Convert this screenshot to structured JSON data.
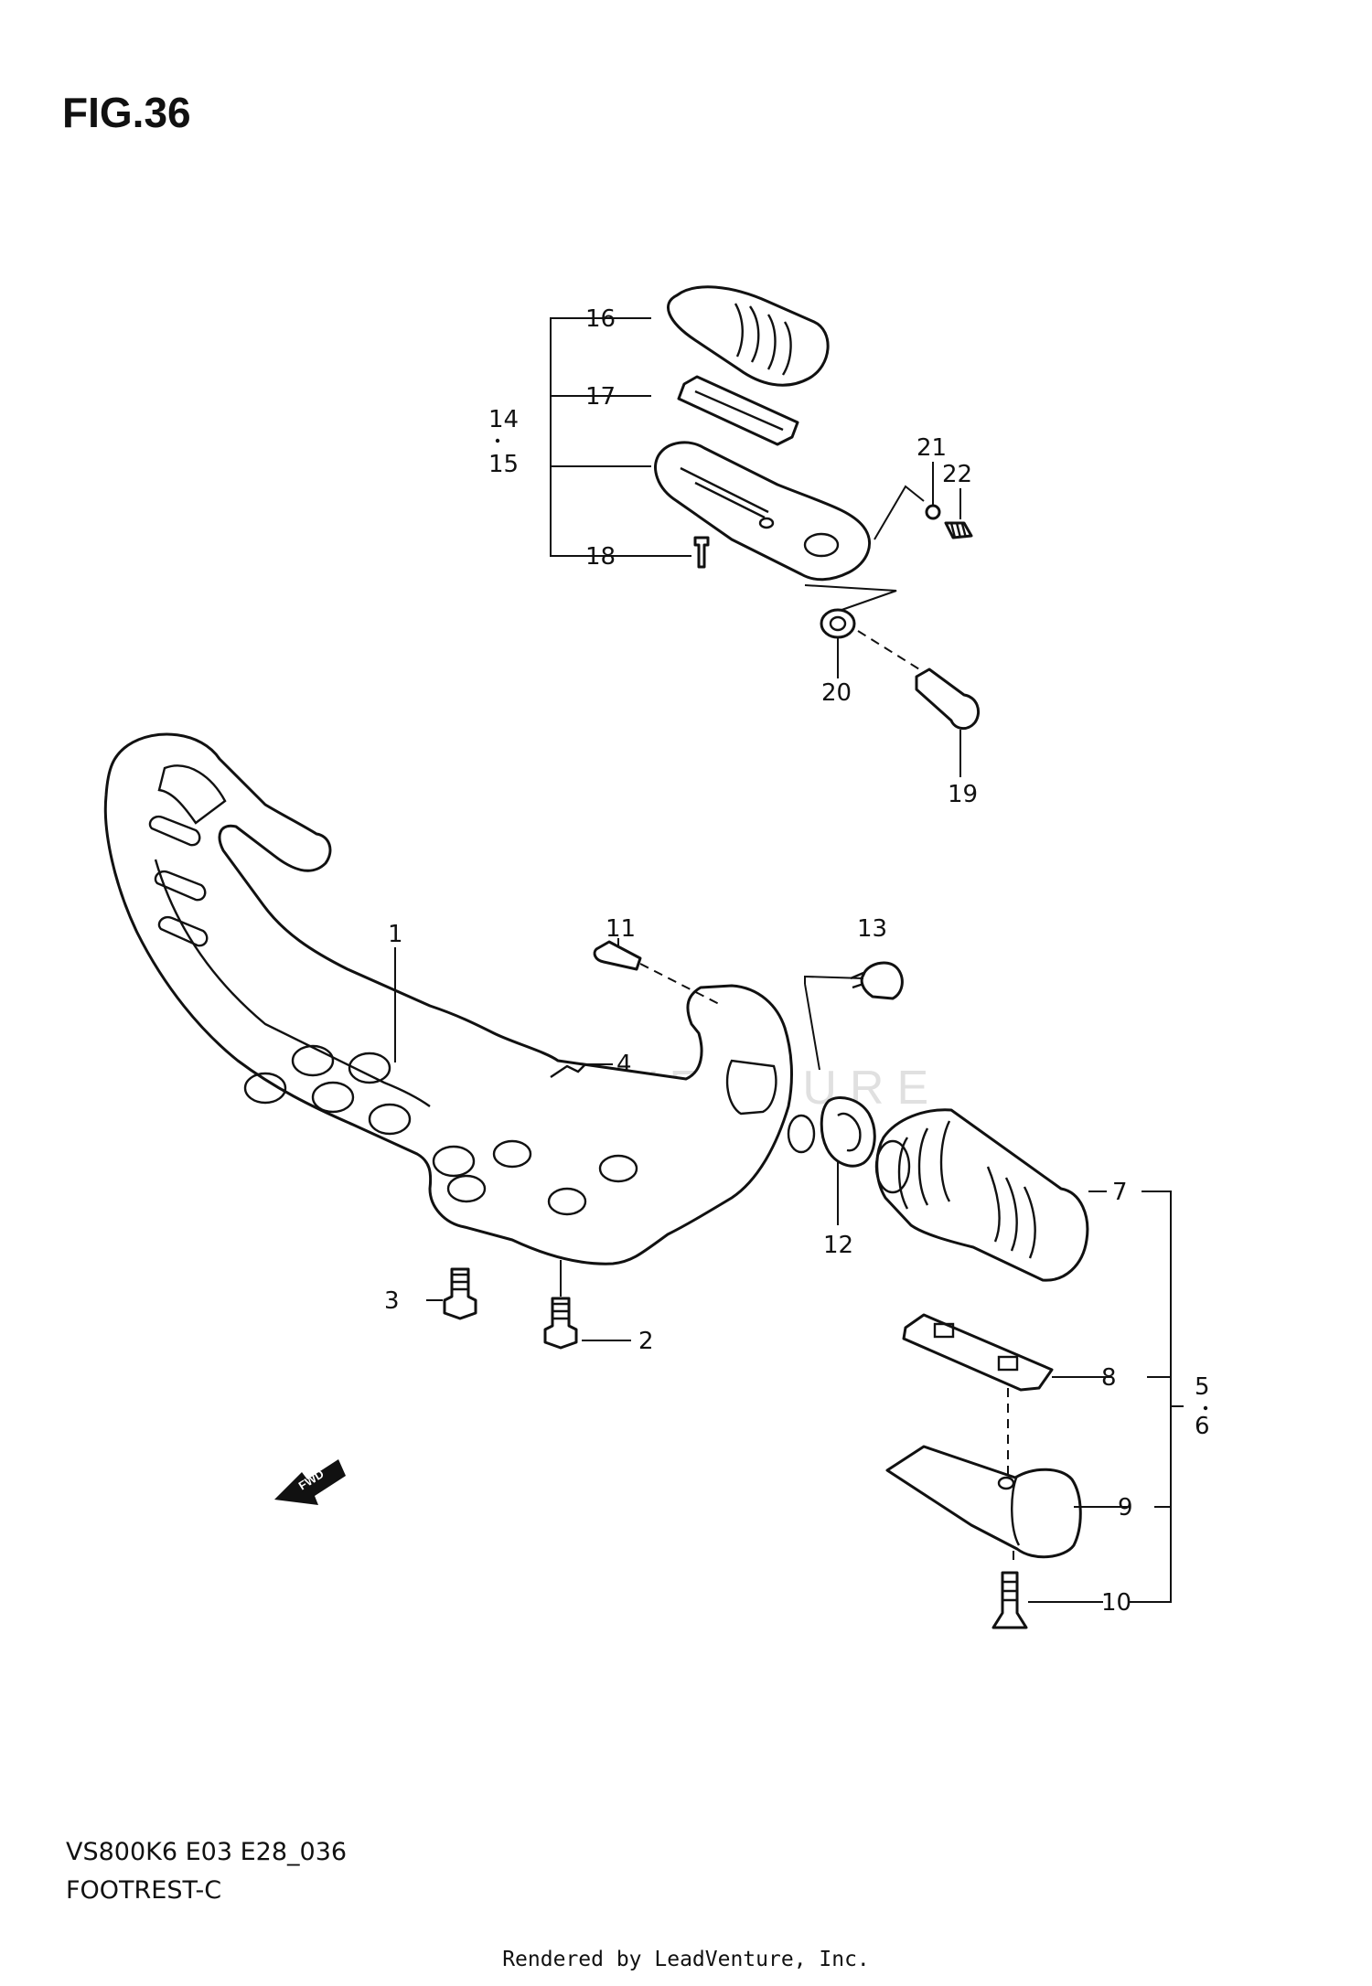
{
  "figure": {
    "title": "FIG.36"
  },
  "callouts": {
    "c1": "1",
    "c2": "2",
    "c3": "3",
    "c4": "4",
    "c5": "5",
    "c6": "6",
    "c7": "7",
    "c8": "8",
    "c9": "9",
    "c10": "10",
    "c11": "11",
    "c12": "12",
    "c13": "13",
    "c14": "14",
    "c15": "15",
    "c16": "16",
    "c17": "17",
    "c18": "18",
    "c19": "19",
    "c20": "20",
    "c21": "21",
    "c22": "22"
  },
  "badge": {
    "fwd": "FWD"
  },
  "footer": {
    "code": "VS800K6 E03 E28_036",
    "name": "FOOTREST-C",
    "rendered_by": "Rendered by LeadVenture, Inc."
  },
  "watermark": {
    "text": "LEADVENTURE"
  }
}
